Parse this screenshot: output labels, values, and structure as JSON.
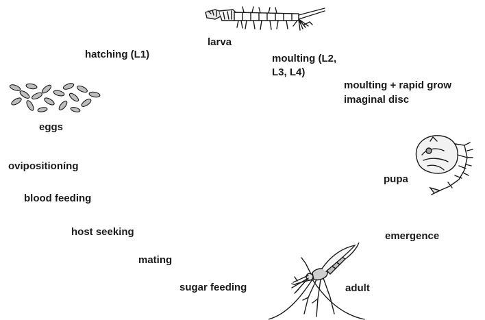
{
  "colors": {
    "ink": "#1a1a1a",
    "background": "#ffffff"
  },
  "stages": {
    "larva": "larva",
    "hatching": "hatching (L1)",
    "moulting_a": "moulting (L2,",
    "moulting_b": "L3, L4)",
    "rapid_a": "moulting + rapid grow",
    "rapid_b": "imaginal disc",
    "eggs": "eggs",
    "ovipositioning": "ovipositioníng",
    "blood_feeding": "blood feeding",
    "pupa": "pupa",
    "host_seeking": "host seeking",
    "emergence": "emergence",
    "mating": "mating",
    "sugar_feeding": "sugar feeding",
    "adult": "adult"
  },
  "illustrations": {
    "larva": "mosquito-larva-icon",
    "eggs": "mosquito-eggs-icon",
    "pupa": "mosquito-pupa-icon",
    "adult": "adult-mosquito-icon"
  }
}
